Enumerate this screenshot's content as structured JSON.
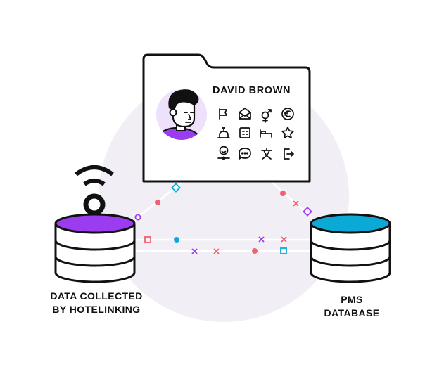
{
  "profile": {
    "name": "DAVID BROWN",
    "icons": [
      [
        "flag-icon",
        "mail-open-icon",
        "gender-icon",
        "euro-icon"
      ],
      [
        "checkin-bell-icon",
        "calendar-icon",
        "bed-icon",
        "star-icon"
      ],
      [
        "satisfaction-icon",
        "chat-icon",
        "translate-icon",
        "checkout-icon"
      ]
    ]
  },
  "sources": {
    "left_label_line1": "DATA COLLECTED",
    "left_label_line2": "BY HOTELINKING",
    "right_label_line1": "PMS",
    "right_label_line2": "DATABASE"
  },
  "colors": {
    "purple": "#9b3cf0",
    "cyan": "#0aa9d6",
    "pink": "#f06271",
    "bg_circle": "#f1eff5",
    "avatar_bg": "#ede1fb"
  }
}
